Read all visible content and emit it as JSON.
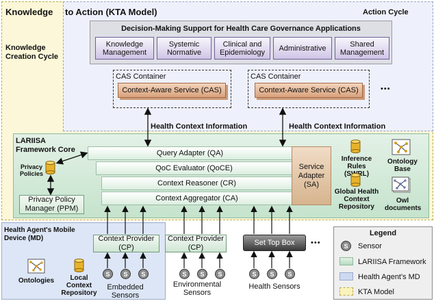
{
  "kta": {
    "title_a": "Knowledge",
    "title_b": "to Action (KTA Model)",
    "creation_cycle": "Knowledge Creation Cycle"
  },
  "action": {
    "title": "Action Cycle"
  },
  "dms": {
    "title": "Decision-Making Support for Health Care Governance Applications",
    "apps": [
      "Knowledge Management",
      "Systemic Normative",
      "Clinical and Epidemiology",
      "Administrative",
      "Shared Management"
    ]
  },
  "cas": {
    "container_label": "CAS Container",
    "service_label": "Context-Aware Service (CAS)",
    "ellipsis": "•••"
  },
  "arrows": {
    "hci": "Health Context Information"
  },
  "core": {
    "title": "LARIISA Framework Core",
    "privacy_policies": "Privacy Policies",
    "ppm": "Privacy Policy Manager (PPM)",
    "layers": [
      "Query Adapter (QA)",
      "QoC Evaluator (QoCE)",
      "Context Reasoner (CR)",
      "Context Aggregator (CA)"
    ],
    "sa": "Service Adapter (SA)",
    "inference": "Inference Rules (SWRL)",
    "ontology_base": "Ontology Base",
    "global_repo": "Global Health Context Repository",
    "owl": "Owl documents"
  },
  "md": {
    "title": "Health Agent's Mobile Device (MD)",
    "ontologies": "Ontologies",
    "local_repo": "Local Context Repository",
    "cp": "Context Provider (CP)",
    "embedded": "Embedded Sensors"
  },
  "env": {
    "cp": "Context Provider (CP)",
    "sensors": "Environmental Sensors"
  },
  "stb": {
    "label": "Set Top Box",
    "ellipsis": "•••",
    "sensors": "Health Sensors"
  },
  "sensor_letter": "S",
  "legend": {
    "title": "Legend",
    "items": [
      "Sensor",
      "LARIISA Framework",
      "Health Agent's MD",
      "KTA Model"
    ]
  },
  "colors": {
    "kta": "#fbf7d8",
    "action": "#eef1fb",
    "core": "#c5e3cd",
    "md": "#dde6f6",
    "cas": "#d9a27c",
    "app": "#cfc5e6"
  }
}
